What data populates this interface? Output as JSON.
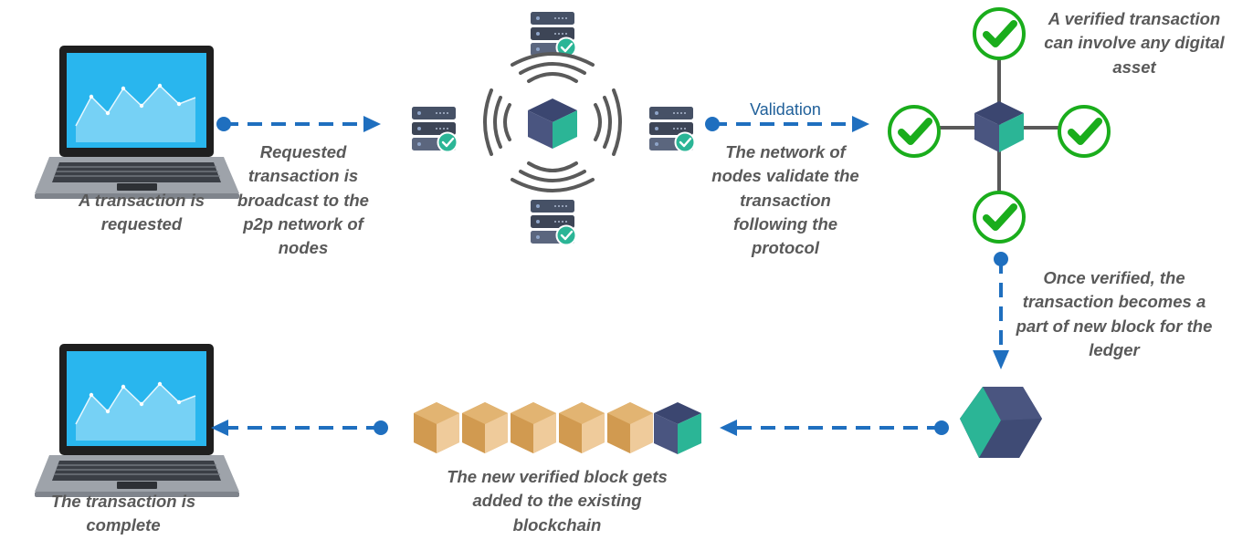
{
  "steps": {
    "request": "A transaction is\nrequested",
    "broadcast": "Requested\ntransaction is\nbroadcast to the\np2p network of\nnodes",
    "validate": "The network of\nnodes validate the\ntransaction\nfollowing the\nprotocol",
    "asset": "A verified transaction\ncan involve any digital\nasset",
    "new_block": "Once verified, the\ntransaction becomes a\npart of new block for the\nledger",
    "added": "The new verified block gets\nadded to the existing\nblockchain",
    "complete": "The transaction is\ncomplete"
  },
  "labels": {
    "validation": "Validation"
  },
  "icons": {
    "laptop": "laptop-icon",
    "server": "server-icon",
    "block": "block-cube-icon",
    "check": "check-circle-icon"
  },
  "colors": {
    "arrow": "#1f6fbf",
    "text": "#595959",
    "server_dark": "#465166",
    "teal": "#2bb596",
    "cube_dark": "#3f4b75",
    "chain_gold": "#d9a55c",
    "check_green": "#19b21b"
  }
}
